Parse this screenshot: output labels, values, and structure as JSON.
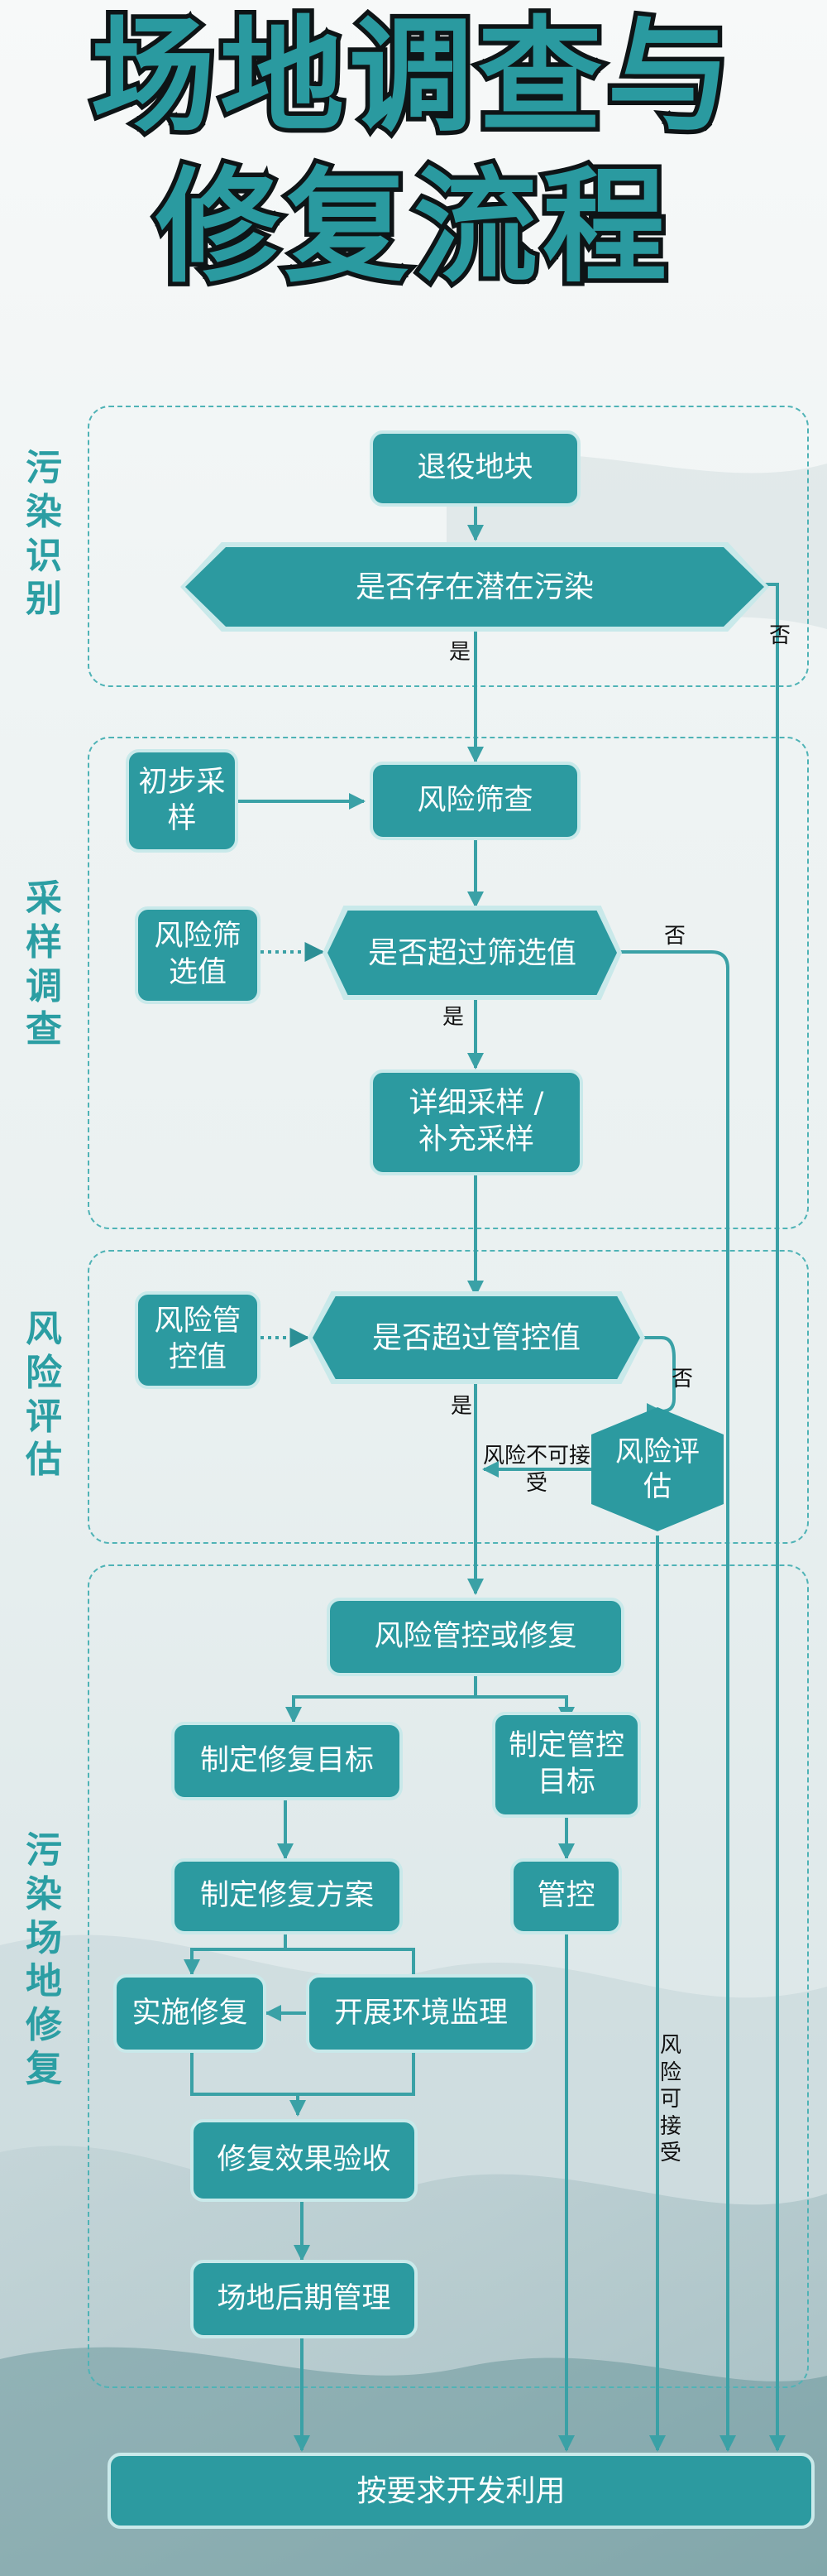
{
  "title": {
    "line1": "场地调查与",
    "line2": "修复流程"
  },
  "stages": {
    "s1": "污染识别",
    "s2": "采样调查",
    "s3": "风险评估",
    "s4": "污染场地修复"
  },
  "nodes": {
    "retired_site": "退役地块",
    "potential_pollution": "是否存在潜在污染",
    "initial_sampling": "初步采样",
    "risk_screening": "风险筛查",
    "screening_value": "风险筛选值",
    "exceed_screening": "是否超过筛选值",
    "detailed_sampling": "详细采样 / 补充采样",
    "control_value": "风险管控值",
    "exceed_control": "是否超过管控值",
    "risk_assessment": "风险评估",
    "control_or_repair": "风险管控或修复",
    "repair_goal": "制定修复目标",
    "control_goal": "制定管控目标",
    "repair_plan": "制定修复方案",
    "control": "管控",
    "implement_repair": "实施修复",
    "env_monitoring": "开展环境监理",
    "acceptance": "修复效果验收",
    "post_management": "场地后期管理",
    "develop_use": "按要求开发利用"
  },
  "edge_labels": {
    "no1": "否",
    "yes1": "是",
    "no2": "否",
    "yes2": "是",
    "no3": "否",
    "yes3": "是",
    "risk_unacceptable": "风险不可接受",
    "risk_acceptable": "风险可接受"
  },
  "colors": {
    "teal": "#2c9aa0",
    "line": "#3aa1a6",
    "title_fill": "#2a9aa0",
    "title_stroke": "#0e1416"
  }
}
